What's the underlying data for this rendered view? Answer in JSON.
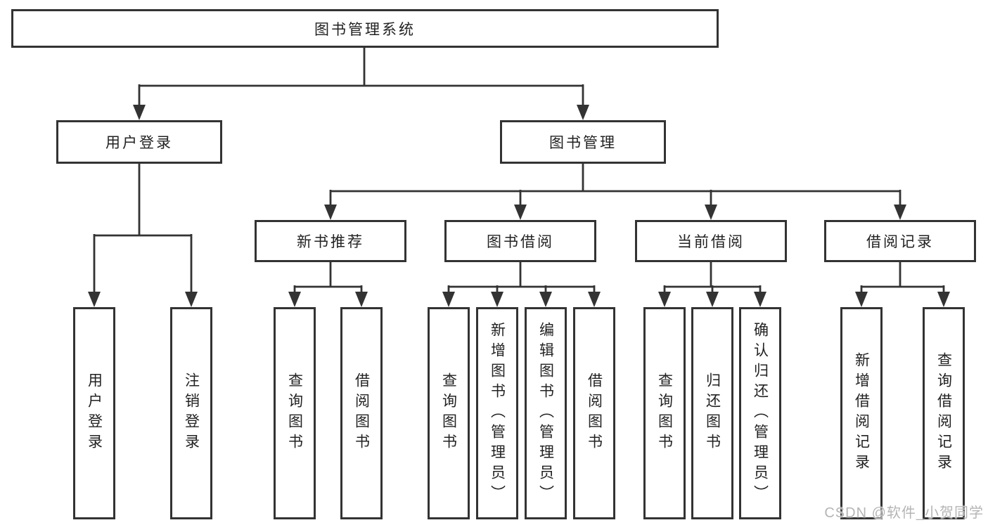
{
  "diagram": {
    "title_node": "图书管理系统",
    "level2": {
      "user_login": "用户登录",
      "book_management": "图书管理"
    },
    "level3": {
      "new_book_recommend": "新书推荐",
      "book_borrowing": "图书借阅",
      "current_borrowing": "当前借阅",
      "borrowing_records": "借阅记录"
    },
    "leaves": {
      "user_login_branch": [
        "用户登录",
        "注销登录"
      ],
      "new_book_branch": [
        "查询图书",
        "借阅图书"
      ],
      "book_borrowing_branch": [
        "查询图书",
        "新增图书（管理员）",
        "编辑图书（管理员）",
        "借阅图书"
      ],
      "current_borrowing_branch": [
        "查询图书",
        "归还图书",
        "确认归还（管理员）"
      ],
      "borrowing_records_branch": [
        "新增借阅记录",
        "查询借阅记录"
      ]
    },
    "colors": {
      "line": "#333333",
      "text": "#222222",
      "background": "#ffffff",
      "watermark": "#b5b5b5"
    }
  },
  "watermark": {
    "text": "CSDN @软件_小贺同学"
  }
}
